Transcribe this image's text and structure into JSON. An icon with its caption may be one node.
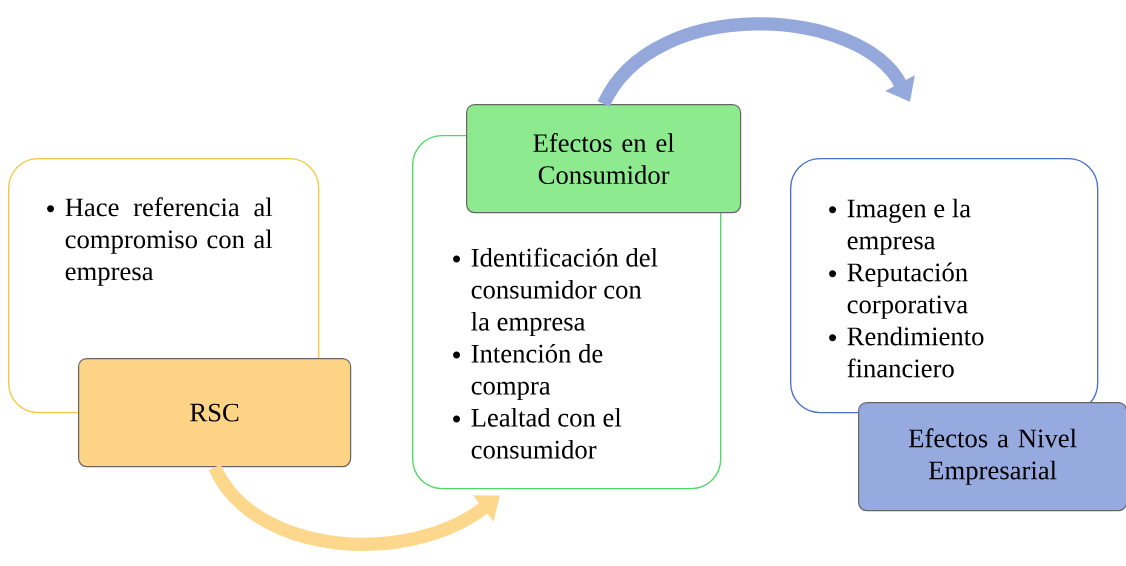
{
  "diagram": {
    "nodes": [
      {
        "text": [
          "Hace referencia al compromiso con al empresa"
        ]
      },
      {
        "text": [
          "RSC"
        ]
      },
      {
        "text": [
          "Identificación del consumidor con la empresa",
          "Intención de compra",
          "Lealtad con el consumidor"
        ]
      },
      {
        "text": [
          "Efectos en el Consumidor"
        ]
      },
      {
        "text": [
          "Imagen e la empresa",
          "Reputación corporativa",
          "Rendimiento financiero"
        ]
      },
      {
        "text": [
          "Efectos a Nivel Empresarial"
        ]
      }
    ],
    "edges": [
      {
        "from": 1,
        "to": 2,
        "arrow": "to",
        "color": "#fdd88c"
      },
      {
        "from": 3,
        "to": 4,
        "arrow": "to",
        "color": "#94a8dc"
      }
    ]
  }
}
